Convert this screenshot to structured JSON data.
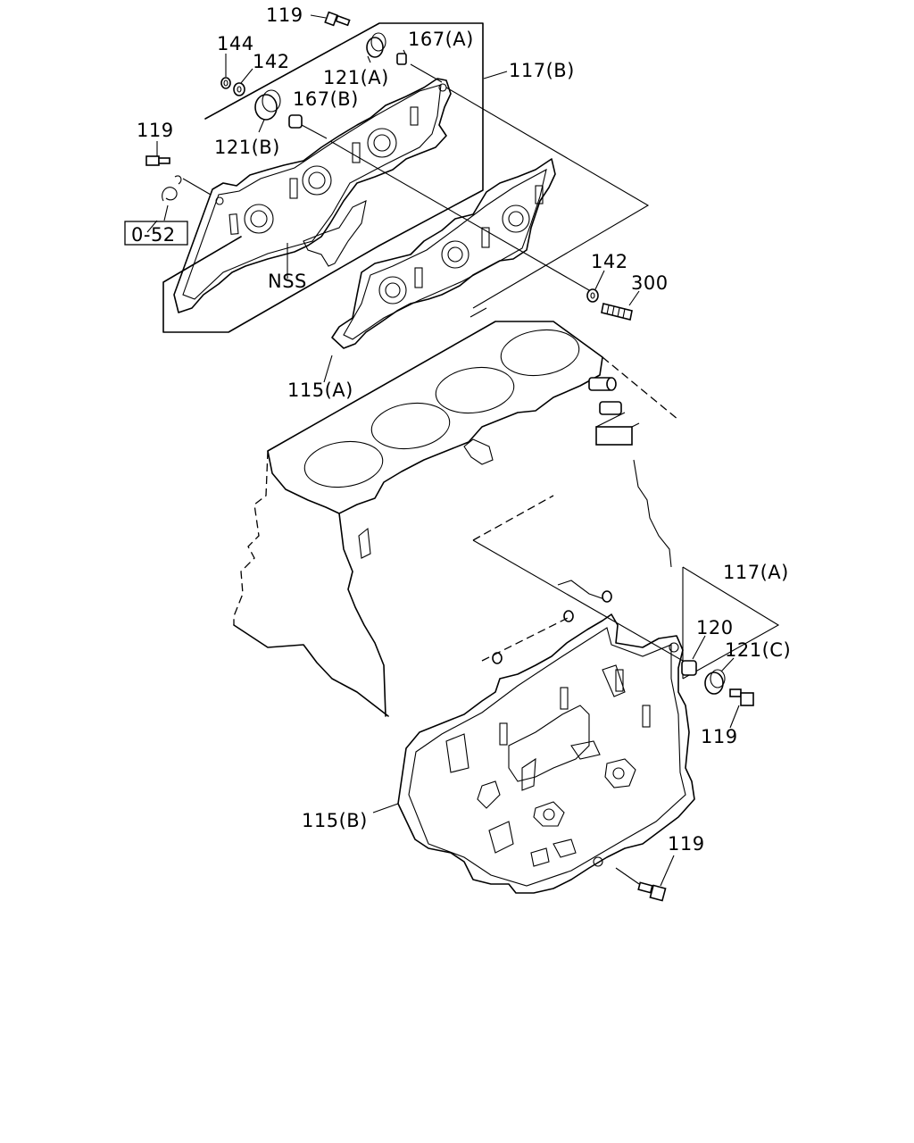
{
  "labels": {
    "l119_top": "119",
    "l144": "144",
    "l142_top": "142",
    "l167a": "167(A)",
    "l121a": "121(A)",
    "l117b": "117(B)",
    "l167b": "167(B)",
    "l119_left": "119",
    "l121b": "121(B)",
    "l052": "0-52",
    "lnss": "NSS",
    "l142_mid": "142",
    "l300": "300",
    "l115a": "115(A)",
    "l117a": "117(A)",
    "l120": "120",
    "l121c": "121(C)",
    "l119_right": "119",
    "l115b": "115(B)",
    "l119_bottom": "119"
  }
}
